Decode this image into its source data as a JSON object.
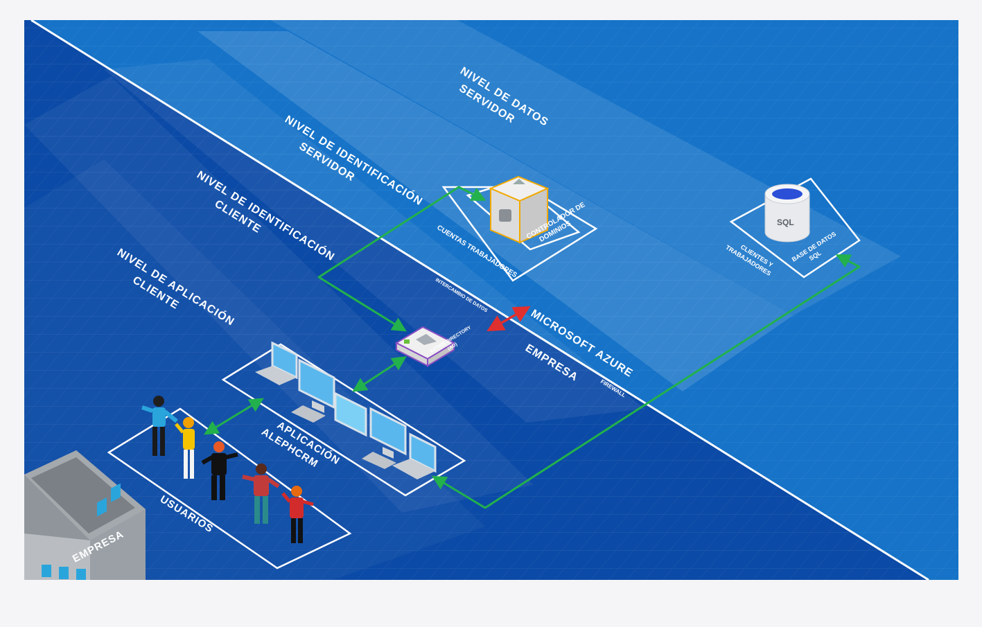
{
  "tiers": {
    "data_server": [
      "NIVEL DE DATOS",
      "SERVIDOR"
    ],
    "identity_server": [
      "NIVEL DE IDENTIFICACIÓN",
      "SERVIDOR"
    ],
    "identity_client": [
      "NIVEL DE IDENTIFICACIÓN",
      "CLIENTE"
    ],
    "app_client": [
      "NIVEL DE APLICACIÓN",
      "CLIENTE"
    ]
  },
  "zones": {
    "cloud": "MICROSOFT AZURE",
    "onprem": "EMPRESA",
    "exchange": "INTERCAMBIO DE DATOS",
    "firewall": "FIREWALL"
  },
  "nodes": {
    "domain_controller": [
      "CONTROLADOR DE",
      "DOMINIOS"
    ],
    "worker_accounts": "CUENTAS TRABAJADORES",
    "sql_icon": "SQL",
    "sql_db": [
      "BASE DE DATOS",
      "SQL"
    ],
    "clients_workers": [
      "CLIENTES Y",
      "TRABAJADORES"
    ],
    "active_directory": [
      "ACTIVE DIRECTORY",
      "(AD)"
    ],
    "app": [
      "APLICACIÓN",
      "ALEPHCRM"
    ],
    "users": "USUARIOS",
    "building": "EMPRESA"
  },
  "colors": {
    "frame_bg": "#f5f5f7",
    "onprem_blue": "#0b4aa6",
    "cloud_blue": "#1673c8",
    "divider": "#ffffff",
    "link_green": "#22b14c",
    "exchange_red": "#e02f2f",
    "server_outline_orange": "#f2a900",
    "ad_purple": "#8a4fc4"
  }
}
